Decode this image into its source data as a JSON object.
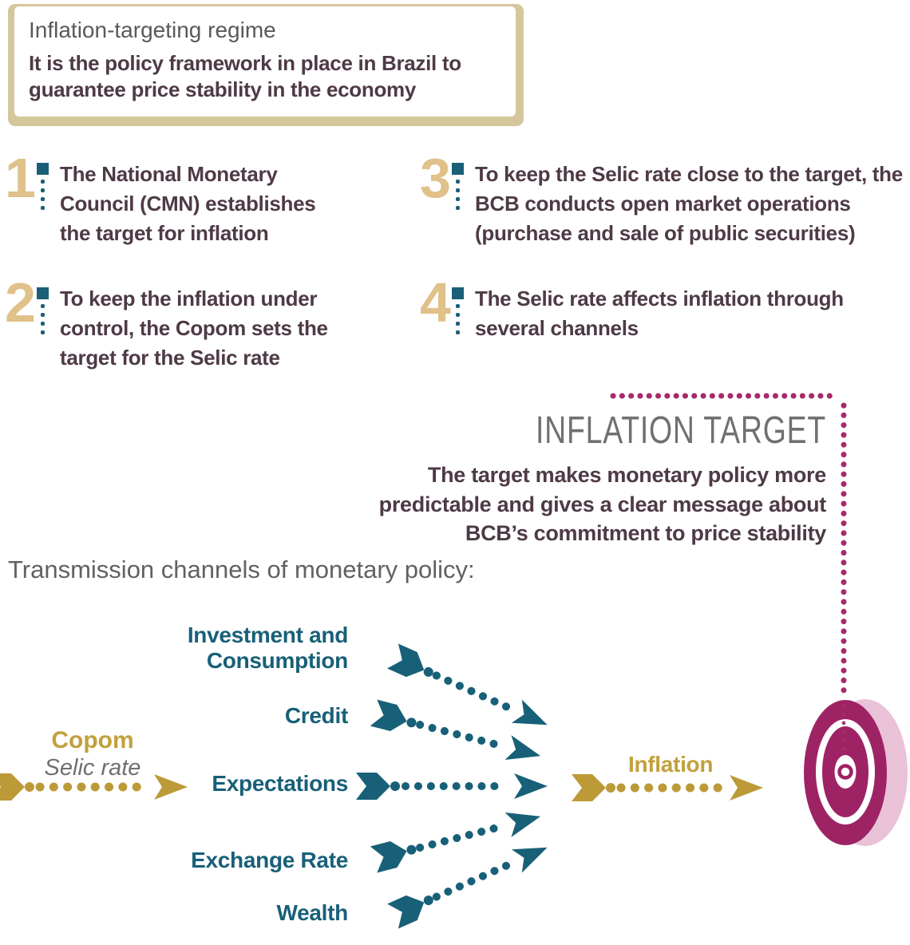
{
  "title_box": {
    "title": "Inflation-targeting regime",
    "body": "It is the policy framework in place in Brazil to guarantee price stability in the economy"
  },
  "steps": [
    {
      "number": "1",
      "text": "The National Monetary Council (CMN) establishes the target for inflation"
    },
    {
      "number": "2",
      "text": "To keep the inflation under control, the Copom sets the target for the Selic rate"
    },
    {
      "number": "3",
      "text": "To keep the Selic rate close to the target, the BCB conducts open market operations (purchase and sale of public securities)"
    },
    {
      "number": "4",
      "text": "The Selic rate affects inflation through several channels"
    }
  ],
  "inflation_target": {
    "heading": "INFLATION TARGET",
    "body": "The target makes monetary policy more predictable and gives a clear message about BCB’s commitment to price stability"
  },
  "transmission": {
    "heading": "Transmission channels of monetary policy:",
    "source": {
      "label": "Copom",
      "sublabel": "Selic rate"
    },
    "channels": [
      "Investment and Consumption",
      "Credit",
      "Expectations",
      "Exchange Rate",
      "Wealth"
    ],
    "outcome": "Inflation",
    "target_icon": "bullseye-icon"
  },
  "colors": {
    "gold_arrow": "#bd9a38",
    "gold_number": "#dfc189",
    "teal": "#186078",
    "plum_text": "#4e3a46",
    "magenta": "#9e2365",
    "pink_shadow": "#eac2d8",
    "tan_box": "#d5c79c",
    "gray_heading": "#6e7073"
  }
}
